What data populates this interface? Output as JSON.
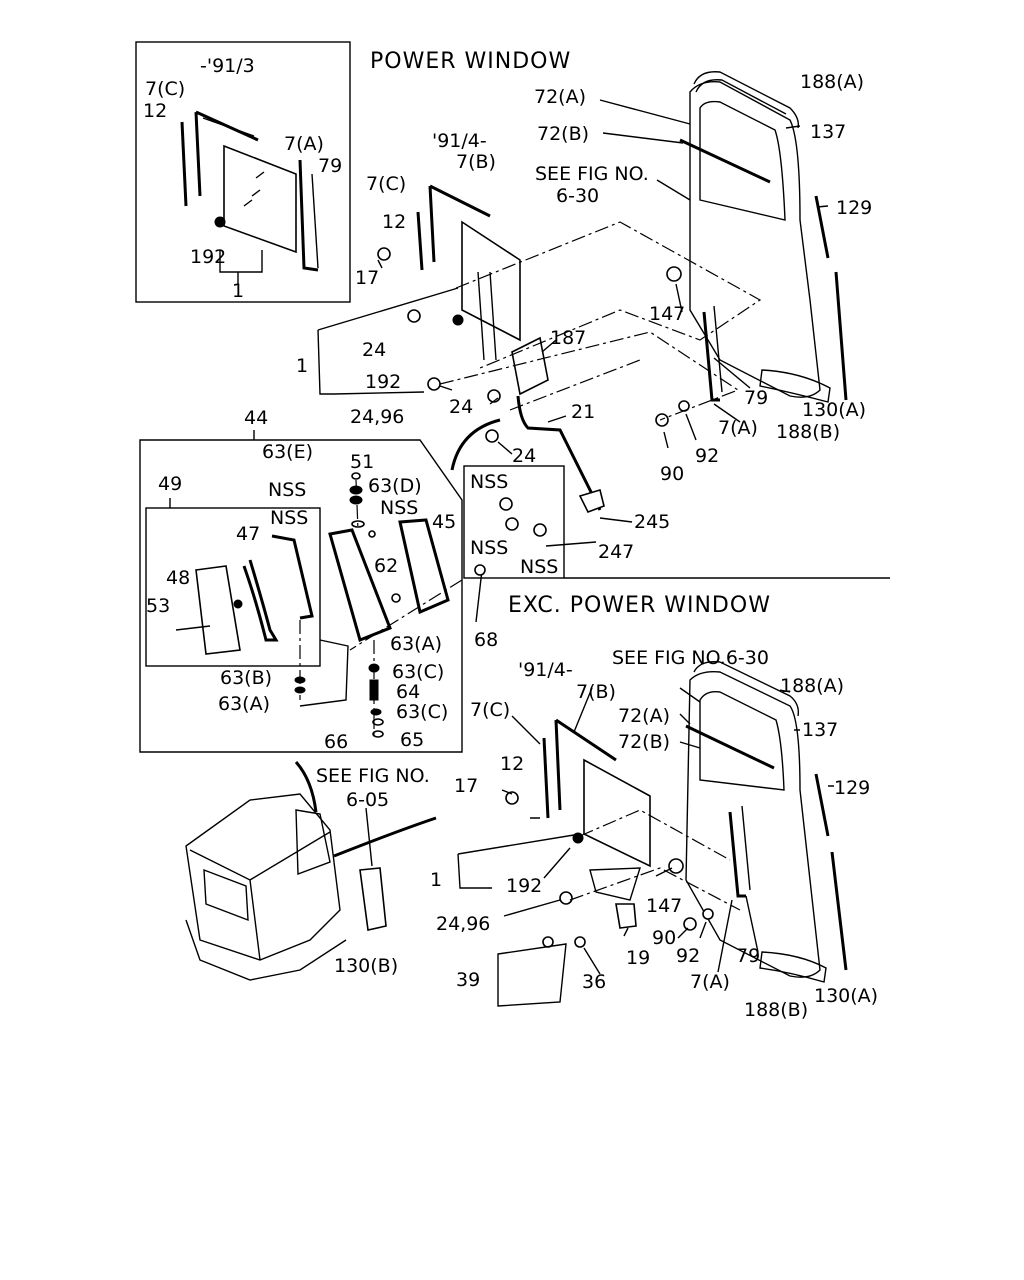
{
  "headings": {
    "power_window": "POWER WINDOW",
    "exc_power_window": "EXC. POWER WINDOW",
    "inset_early": "-'91/3",
    "pw_late": "'91/4-",
    "exc_late": "'91/4-"
  },
  "refs": {
    "pw_fig": "SEE FIG NO.",
    "pw_fig_no": "6-30",
    "exc_fig": "SEE FIG NO.6-30",
    "cab_fig": "SEE FIG NO.",
    "cab_fig_no": "6-05"
  },
  "labels": {
    "inset_7c": "7(C)",
    "inset_12": "12",
    "inset_7a": "7(A)",
    "inset_79": "79",
    "inset_192": "192",
    "inset_1": "1",
    "pw_188a": "188(A)",
    "pw_72a": "72(A)",
    "pw_72b": "72(B)",
    "pw_137": "137",
    "pw_129": "129",
    "pw_7b": "7(B)",
    "pw_7c": "7(C)",
    "pw_12": "12",
    "pw_17": "17",
    "pw_147": "147",
    "pw_24a": "24",
    "pw_1": "1",
    "pw_192": "192",
    "pw_187": "187",
    "pw_2496": "24,96",
    "pw_24b": "24",
    "pw_21": "21",
    "pw_24c": "24",
    "pw_79": "79",
    "pw_7a": "7(A)",
    "pw_130a": "130(A)",
    "pw_188b": "188(B)",
    "pw_90": "90",
    "pw_92": "92",
    "pw_245": "245",
    "pw_247": "247",
    "pw_nss1": "NSS",
    "pw_nss2": "NSS",
    "pw_nss3": "NSS",
    "v_44": "44",
    "v_63e": "63(E)",
    "v_51": "51",
    "v_63d": "63(D)",
    "v_nss1": "NSS",
    "v_nss2": "NSS",
    "v_nss3": "NSS",
    "v_49": "49",
    "v_47": "47",
    "v_45": "45",
    "v_48": "48",
    "v_62": "62",
    "v_53": "53",
    "v_63a1": "63(A)",
    "v_68": "68",
    "v_63c1": "63(C)",
    "v_63b": "63(B)",
    "v_64": "64",
    "v_63a2": "63(A)",
    "v_66": "66",
    "v_63c2": "63(C)",
    "v_65": "65",
    "cab_130b": "130(B)",
    "x_7b": "7(B)",
    "x_188a": "188(A)",
    "x_72a": "72(A)",
    "x_137": "137",
    "x_72b": "72(B)",
    "x_7c": "7(C)",
    "x_12": "12",
    "x_17": "17",
    "x_129": "129",
    "x_1": "1",
    "x_192": "192",
    "x_147": "147",
    "x_2496": "24,96",
    "x_90": "90",
    "x_92": "92",
    "x_79": "79",
    "x_19": "19",
    "x_7a": "7(A)",
    "x_39": "39",
    "x_36": "36",
    "x_188b": "188(B)",
    "x_130a": "130(A)"
  }
}
